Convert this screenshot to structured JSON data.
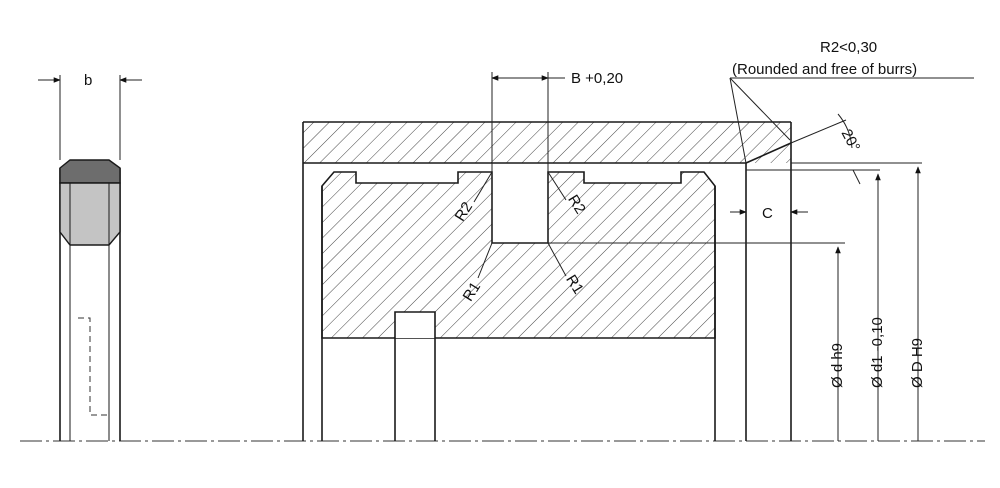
{
  "dimensions": {
    "b": "b",
    "B": "B +0,20",
    "C": "C",
    "R2_note": "R2<0,30",
    "R2_note_detail": "(Rounded and free of burrs)",
    "angle": "20°",
    "R2_left": "R2",
    "R2_right": "R2",
    "R1_left": "R1",
    "R1_right": "R1",
    "dia_d": "Ø d h9",
    "dia_d1": "Ø d1 -0,10",
    "dia_D": "Ø D H9"
  },
  "colors": {
    "line": "#1a1a1a",
    "seal_cap": "#6d6d6d",
    "seal_body": "#c4c4c4",
    "hatch": "#444444"
  }
}
